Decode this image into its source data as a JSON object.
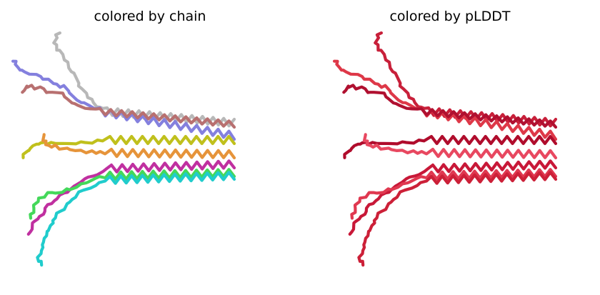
{
  "panels": [
    {
      "title": "colored by chain",
      "coloring": "chain",
      "chains": [
        {
          "id": "chain-gray",
          "color": "#b8b8b8"
        },
        {
          "id": "chain-blue",
          "color": "#8480de"
        },
        {
          "id": "chain-brown",
          "color": "#b87070"
        },
        {
          "id": "chain-olive",
          "color": "#c0c01c"
        },
        {
          "id": "chain-orange",
          "color": "#e6943a"
        },
        {
          "id": "chain-magenta",
          "color": "#c030a0"
        },
        {
          "id": "chain-green",
          "color": "#44d85a"
        },
        {
          "id": "chain-cyan",
          "color": "#20cccc"
        }
      ]
    },
    {
      "title": "colored by pLDDT",
      "coloring": "pLDDT",
      "chains": [
        {
          "id": "chain-gray",
          "color": "#c8203a"
        },
        {
          "id": "chain-blue",
          "color": "#de3848"
        },
        {
          "id": "chain-brown",
          "color": "#b01030"
        },
        {
          "id": "chain-olive",
          "color": "#b00c2c"
        },
        {
          "id": "chain-orange",
          "color": "#e84860"
        },
        {
          "id": "chain-magenta",
          "color": "#c81838"
        },
        {
          "id": "chain-green",
          "color": "#e03850"
        },
        {
          "id": "chain-cyan",
          "color": "#cc2038"
        }
      ]
    }
  ]
}
